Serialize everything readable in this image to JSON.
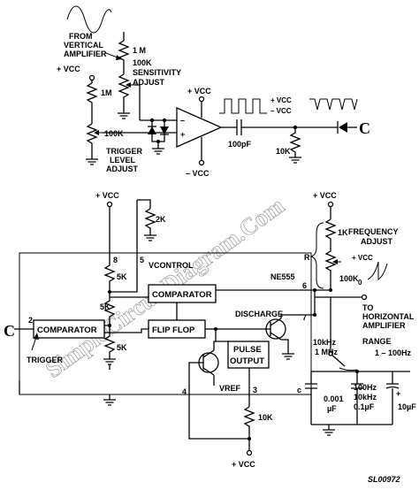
{
  "watermark": "SimpleCircuitDiagram.Com",
  "figure_ref": "SL00972",
  "marker": "C",
  "input_circuit": {
    "source": [
      "FROM",
      "VERTICAL",
      "AMPLIFIER"
    ],
    "r_1m_top": "1 M",
    "sensitivity": [
      "100K",
      "SENSITIVITY",
      "ADJUST"
    ],
    "vcc_left": "+ VCC",
    "r_1m_left": "1M",
    "trigger_pot": "100K",
    "trigger_level": [
      "TRIGGER",
      "LEVEL",
      "ADJUST"
    ],
    "opamp_pos_supply": "+ VCC",
    "opamp_neg_supply": "– VCC",
    "cap_100pf": "100pF",
    "r_10k": "10K",
    "square_levels": [
      "+ VCC",
      "– VCC"
    ]
  },
  "timer": {
    "part": "NE555",
    "vcc_main": "+ VCC",
    "pin8_resistor": "5K",
    "divider_mid": "5K",
    "divider_low": "5K",
    "comparator_top": "COMPARATOR",
    "comparator_left": "COMPARATOR",
    "flip_flop": "FLIP FLOP",
    "pulse_output": [
      "PULSE",
      "OUTPUT"
    ],
    "discharge": "DISCHARGE",
    "vcontrol": "VCONTROL",
    "control_r": "2K",
    "vref": "VREF",
    "trigger": "TRIGGER",
    "pins": {
      "p2": "2",
      "p3": "3",
      "p4": "4",
      "p5": "5",
      "p6": "6",
      "p7": "7",
      "p8": "8"
    }
  },
  "output_section": {
    "vcc_top": "+ VCC",
    "r_1k": "1K",
    "r_label": "R",
    "frequency_adjust": [
      "FREQUENCY",
      "ADJUST"
    ],
    "pot_100k": "100K",
    "vcc_ramp": "+ VCC",
    "ramp_level": "0",
    "to_amp": [
      "TO",
      "HORIZONTAL",
      "AMPLIFIER"
    ],
    "range": "RANGE",
    "range_high": [
      "10kHz",
      "1 MHz"
    ],
    "range_low": "1 – 100Hz",
    "cap_label": "c",
    "cap_001": [
      "0.001",
      "µF"
    ],
    "cap_01": [
      "100Hz",
      "10kHz",
      "0.1µF"
    ],
    "cap_10": [
      "+",
      "10µF"
    ],
    "pulse_r": "10K",
    "vcc_bottom": "+ VCC"
  }
}
